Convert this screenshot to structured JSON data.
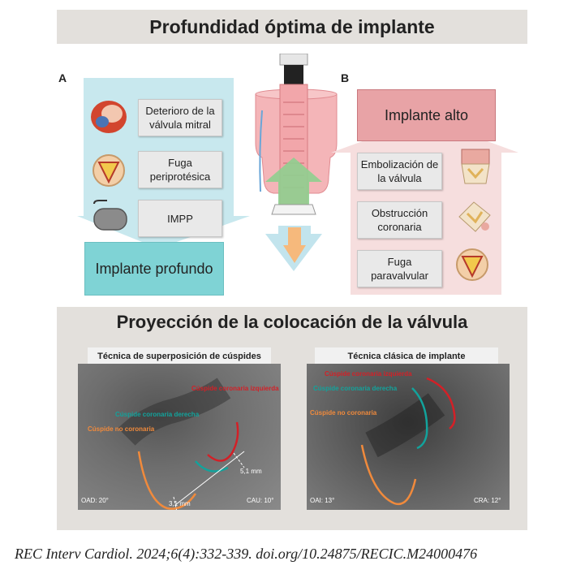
{
  "top_title": "Profundidad óptima de implante",
  "panel_a": {
    "label": "A",
    "items": [
      "Deterioro de la válvula mitral",
      "Fuga periprotésica",
      "IMPP"
    ],
    "result": "Implante profundo"
  },
  "panel_b": {
    "label": "B",
    "header": "Implante alto",
    "items": [
      "Embolización de la válvula",
      "Obstrucción coronaria",
      "Fuga paravalvular"
    ]
  },
  "bottom_title": "Proyección de la colocación de la válvula",
  "left_image": {
    "title": "Técnica de superposición de cúspides",
    "labels": {
      "left_coronary": "Cúspide coronaria izquierda",
      "right_coronary": "Cúspide coronaria derecha",
      "non_coronary": "Cúspide no coronaria",
      "measure_1": "5,1 mm",
      "measure_2": "3,1 mm",
      "angle_left": "OAD: 20°",
      "angle_right": "CAU: 10°"
    }
  },
  "right_image": {
    "title": "Técnica clásica de implante",
    "labels": {
      "left_coronary": "Cúspide coronaria izquierda",
      "right_coronary": "Cúspide coronaria derecha",
      "non_coronary": "Cúspide no coronaria",
      "angle_left": "OAI: 13°",
      "angle_right": "CRA: 12°"
    }
  },
  "citation": "REC Interv Cardiol. 2024;6(4):332-339. doi.org/10.24875/RECIC.M24000476",
  "colors": {
    "teal_box": "#7fd3d5",
    "teal_arrow": "#c8e8ee",
    "pink_box": "#e8a3a6",
    "pink_arrow": "#f6dede",
    "left_coronary": "#d32027",
    "right_coronary": "#12a39c",
    "non_coronary": "#f08a3c"
  }
}
